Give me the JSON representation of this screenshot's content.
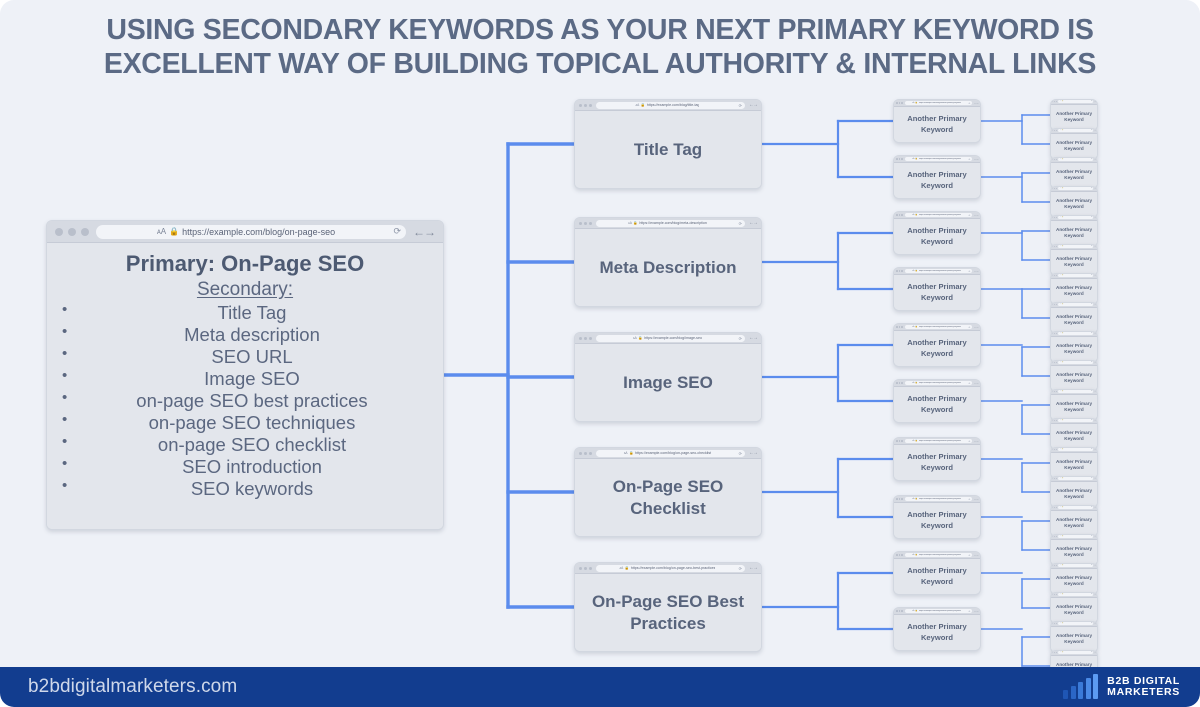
{
  "title": {
    "line1": "USING SECONDARY KEYWORDS AS YOUR NEXT PRIMARY KEYWORD IS",
    "line2": "EXCELLENT WAY OF BUILDING TOPICAL AUTHORITY & INTERNAL LINKS"
  },
  "colors": {
    "background": "#eef1f7",
    "title_text": "#5b6a85",
    "card_face": "#e3e6ec",
    "card_chrome": "#d6dae2",
    "card_text": "#58647c",
    "connector": "#5b8ced",
    "footer_bg": "#123d8f",
    "footer_text": "#cfd8ea",
    "brand_accent": "#5c9bf2"
  },
  "chrome_glyphs": {
    "aa": "ᴀA",
    "lock": "🔒",
    "reload": "⟳",
    "nav_arrows": "←→"
  },
  "primary_card": {
    "url": "https://example.com/blog/on-page-seo",
    "heading": "Primary: On-Page SEO",
    "secondary_label": "Secondary:",
    "secondary_items": [
      "Title Tag",
      "Meta description",
      "SEO URL",
      "Image SEO",
      "on-page SEO best practices",
      "on-page SEO techniques",
      "on-page SEO checklist",
      "SEO introduction",
      "SEO keywords"
    ]
  },
  "secondary_cards": [
    {
      "label": "Title Tag",
      "url": "https://example.com/blog/title-tag"
    },
    {
      "label": "Meta Description",
      "url": "https://example.com/blog/meta-description"
    },
    {
      "label": "Image SEO",
      "url": "https://example.com/blog/image-seo"
    },
    {
      "label": "On-Page SEO Checklist",
      "url": "https://example.com/blog/on-page-seo-checklist"
    },
    {
      "label": "On-Page SEO Best Practices",
      "url": "https://example.com/blog/on-page-seo-best-practices"
    }
  ],
  "tertiary_card": {
    "label": "Another Primary Keyword",
    "url": "https://example.com/blog/another-primary-keyword",
    "count": 10
  },
  "quaternary_card": {
    "label": "Another Primary Keyword",
    "url": "https://example.com/blog/another-primary-keyword",
    "count": 20
  },
  "footer": {
    "site": "b2bdigitalmarketers.com",
    "brand_line1": "B2B DIGITAL",
    "brand_line2": "MARKETERS"
  }
}
